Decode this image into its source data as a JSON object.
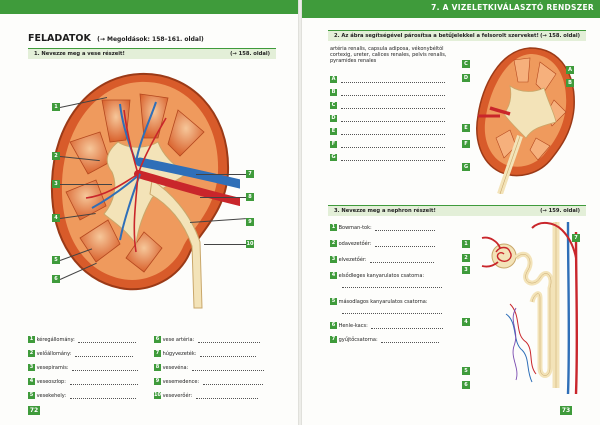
{
  "left_page": {
    "title": "FELADATOK",
    "reference": "(→ Megoldások: 158–161. oldal)",
    "question1": {
      "text": "1. Nevezze meg a vese részeit!",
      "page_ref": "(→ 158. oldal)"
    },
    "diagram_labels": [
      "1",
      "2",
      "3",
      "4",
      "5",
      "6",
      "7",
      "8",
      "9",
      "10"
    ],
    "answers_left": [
      {
        "n": "1",
        "label": "kéregállomány:"
      },
      {
        "n": "2",
        "label": "velőállomány:"
      },
      {
        "n": "3",
        "label": "vesepiramis:"
      },
      {
        "n": "4",
        "label": "veseoszlop:"
      },
      {
        "n": "5",
        "label": "vesekehely:"
      }
    ],
    "answers_right": [
      {
        "n": "6",
        "label": "vese artéria:"
      },
      {
        "n": "7",
        "label": "húgyvezeték:"
      },
      {
        "n": "8",
        "label": "vesevéna:"
      },
      {
        "n": "9",
        "label": "vesemedence:"
      },
      {
        "n": "10",
        "label": "veseverőér:"
      }
    ],
    "page_number": "72"
  },
  "right_page": {
    "chapter_title": "7. A VIZELETKIVÁLASZTÓ RENDSZER",
    "question2": {
      "text": "2. Az ábra segítségével párosítsa a betűjelekkel a felsorolt szerveket!",
      "page_ref": "(→ 158. oldal)",
      "intro": "artéria renalis, capsula adiposa, vékonybéltól cortexig, ureter, calices renales, pelvis renalis, pyramides renales",
      "letters": [
        "A",
        "B",
        "C",
        "D",
        "E",
        "F",
        "G"
      ],
      "diagram_labels": [
        "C",
        "A",
        "B",
        "D",
        "E",
        "F",
        "G"
      ]
    },
    "question3": {
      "text": "3. Nevezze meg a nephron részeit!",
      "page_ref": "(→ 159. oldal)",
      "items": [
        {
          "n": "1",
          "label": "Bowman-tok:"
        },
        {
          "n": "2",
          "label": "odavezetőér:"
        },
        {
          "n": "3",
          "label": "elvezetőér:"
        },
        {
          "n": "4",
          "label": "elsődleges kanyarulatos csatorna:"
        },
        {
          "n": "5",
          "label": "másodlagos kanyarulatos csatorna:"
        },
        {
          "n": "6",
          "label": "Henle-kacs:"
        },
        {
          "n": "7",
          "label": "gyűjtőcsatorna:"
        }
      ],
      "diagram_labels": [
        "1",
        "2",
        "3",
        "4",
        "5",
        "6",
        "7"
      ]
    },
    "page_number": "73"
  },
  "colors": {
    "accent_green": "#3f9b3b",
    "light_green": "#e3efd8",
    "artery_red": "#c9262b",
    "vein_blue": "#2f6fb8",
    "cortex_orange": "#e9874a",
    "pelvis_cream": "#f3e3b8"
  }
}
